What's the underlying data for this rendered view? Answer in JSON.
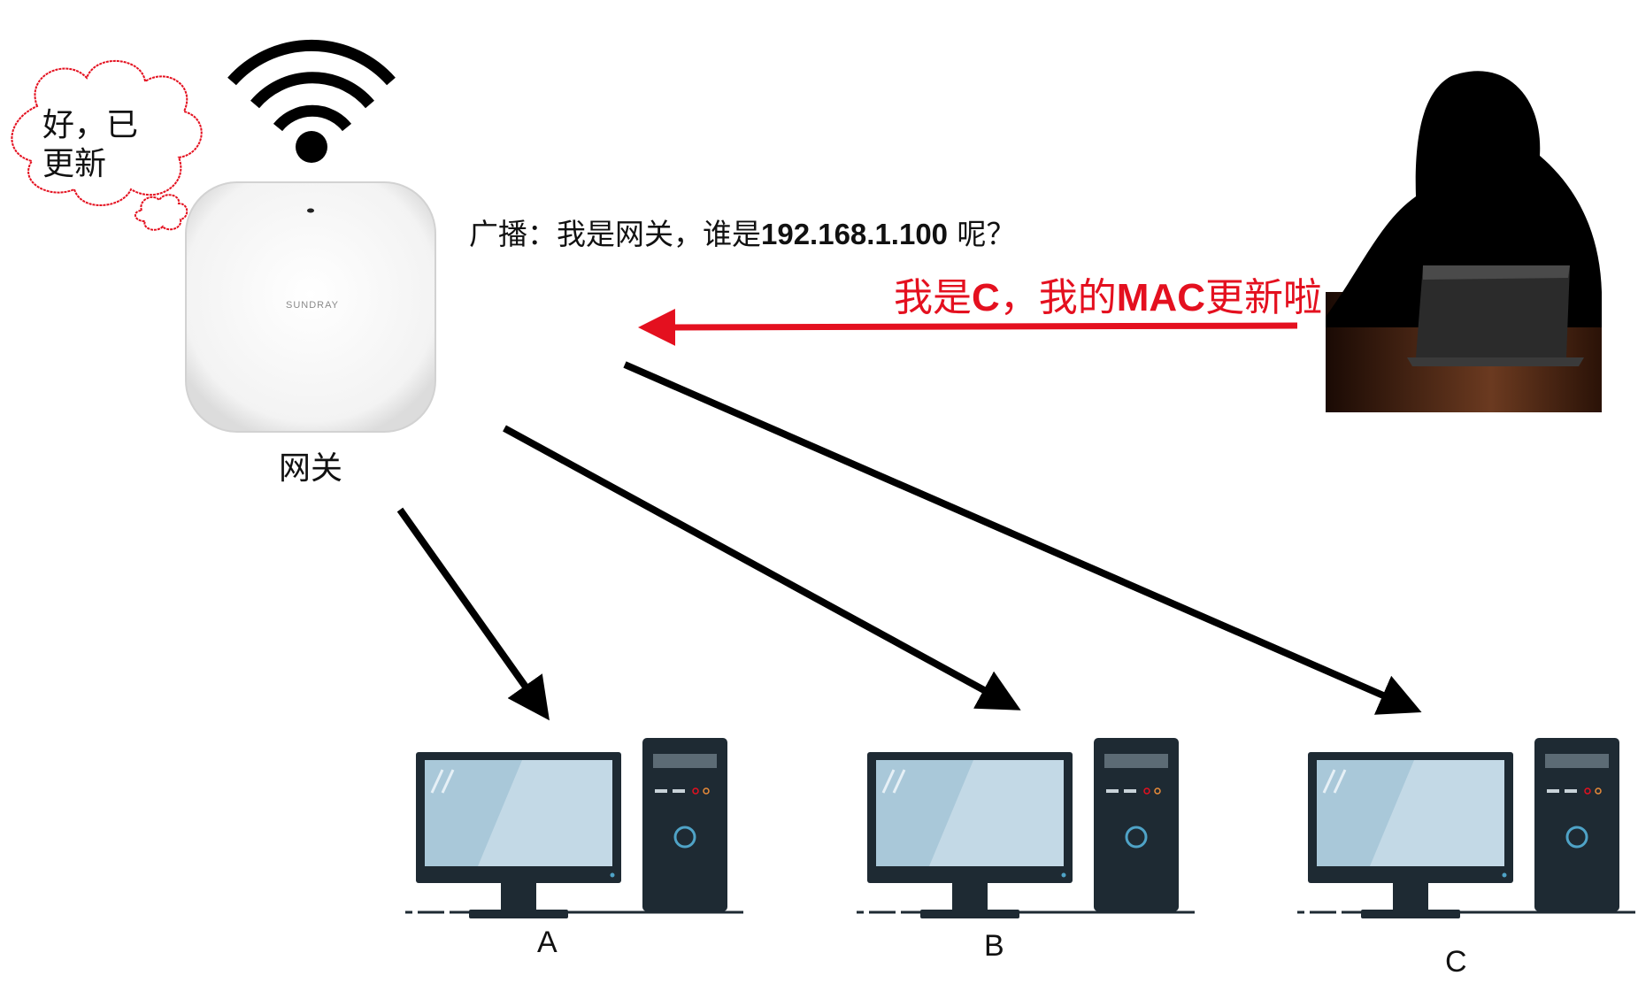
{
  "thought_bubble": {
    "line1": "好，已",
    "line2": "更新"
  },
  "gateway": {
    "label": "网关",
    "brand": "SUNDRAY"
  },
  "broadcast": {
    "prefix": "广播：我是网关，谁是",
    "ip": "192.168.1.100",
    "suffix": " 呢？"
  },
  "attacker_reply": {
    "part1": "我是",
    "c": "C",
    "part2": "，我的",
    "mac": "MAC",
    "part3": "更新啦"
  },
  "computers": [
    {
      "label": "A"
    },
    {
      "label": "B"
    },
    {
      "label": "C"
    }
  ],
  "colors": {
    "spoof_arrow": "#e4101f",
    "arrow": "#000000",
    "screen": "#a9c8d9",
    "case": "#1e2a33"
  }
}
